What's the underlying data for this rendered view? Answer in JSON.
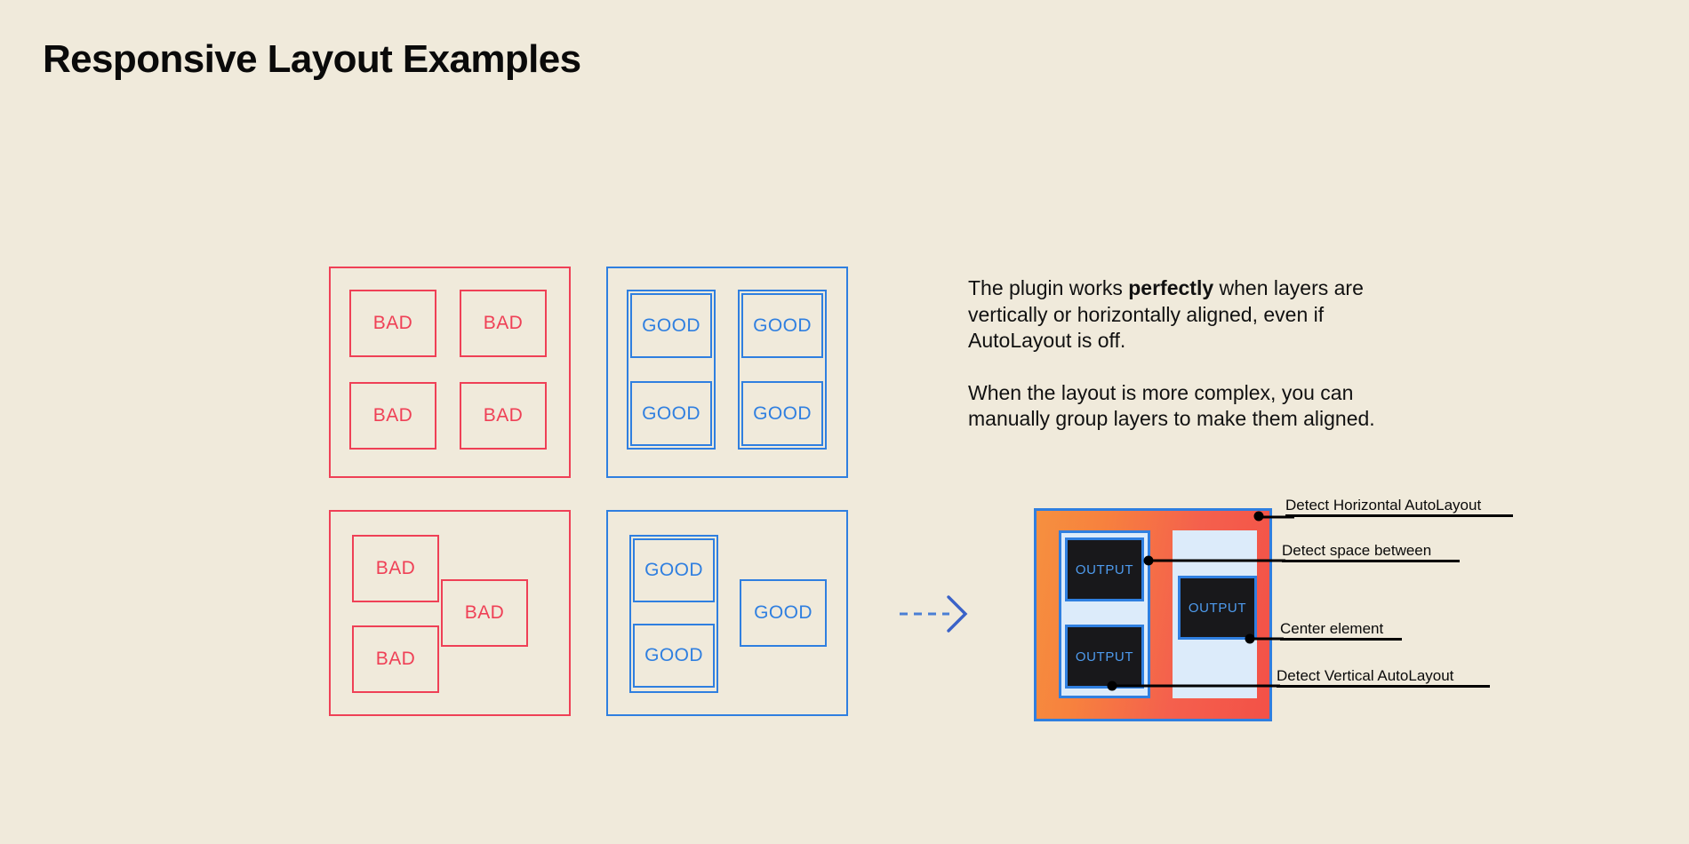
{
  "page": {
    "title": "Responsive Layout Examples",
    "background_color": "#F0EADB",
    "text_color": "#111111"
  },
  "palette": {
    "bad": "#EF4056",
    "good": "#2F7FE0",
    "ink": "#0A0A0A",
    "panel": "#DCEBFA",
    "output_fill": "#18181B",
    "output_text": "#4E9BEE",
    "gradient_start": "#F6903F",
    "gradient_end": "#F35147"
  },
  "examples": {
    "bad_label": "BAD",
    "good_label": "GOOD",
    "grid_bad": {
      "name": "bad-grid-example",
      "cells": [
        "BAD",
        "BAD",
        "BAD",
        "BAD"
      ]
    },
    "grid_good": {
      "name": "good-grid-example",
      "columns": [
        {
          "cells": [
            "GOOD",
            "GOOD"
          ]
        },
        {
          "cells": [
            "GOOD",
            "GOOD"
          ]
        }
      ]
    },
    "complex_bad": {
      "name": "bad-complex-example",
      "cells": [
        "BAD",
        "BAD",
        "BAD"
      ]
    },
    "complex_good": {
      "name": "good-complex-example",
      "grouped_cells": [
        "GOOD",
        "GOOD"
      ],
      "loose_cells": [
        "GOOD"
      ]
    }
  },
  "arrow": {
    "name": "transform-arrow",
    "style": "dashed-right-arrow",
    "color": "#4A7FD4"
  },
  "copy": {
    "paragraph_1_before": "The plugin works ",
    "paragraph_1_strong": "perfectly",
    "paragraph_1_after": " when layers are vertically or horizontally aligned, even if AutoLayout is off.",
    "paragraph_2": "When the layout is more complex, you can manually group layers to make them aligned."
  },
  "preview": {
    "name": "autolayout-detection-preview",
    "output_label": "OUTPUT",
    "outputs": [
      "OUTPUT",
      "OUTPUT",
      "OUTPUT"
    ],
    "callouts": [
      {
        "id": "detect-horizontal-autolayout",
        "label": "Detect Horizontal AutoLayout"
      },
      {
        "id": "detect-space-between",
        "label": "Detect space between"
      },
      {
        "id": "center-element",
        "label": "Center element"
      },
      {
        "id": "detect-vertical-autolayout",
        "label": "Detect Vertical AutoLayout"
      }
    ]
  }
}
